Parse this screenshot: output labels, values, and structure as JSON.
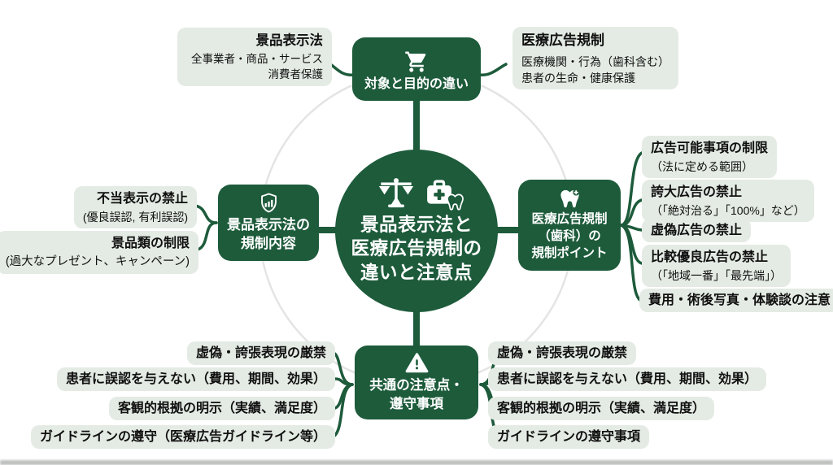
{
  "colors": {
    "primary_green": "#1d5b3b",
    "label_bg": "#e4ebe4",
    "ring_gray": "#e3e5e3",
    "text": "#111111",
    "background": "#ffffff"
  },
  "center": {
    "icons": [
      "balance-scale-icon",
      "first-aid-kit-icon",
      "tooth-icon"
    ],
    "title_lines": [
      "景品表示法と",
      "医療広告規制の",
      "違いと注意点"
    ]
  },
  "nodes": {
    "top": {
      "icon": "shopping-cart-icon",
      "lines": [
        "対象と目的の違い"
      ]
    },
    "left": {
      "icon": "shield-chart-icon",
      "lines": [
        "景品表示法の",
        "規制内容"
      ]
    },
    "right": {
      "icon": "tooth-plus-icon",
      "lines": [
        "医療広告規制",
        "（歯科）の",
        "規制ポイント"
      ]
    },
    "bottom": {
      "icon": "warning-triangle-icon",
      "lines": [
        "共通の注意点・",
        "遵守事項"
      ]
    }
  },
  "labels": {
    "top_left": {
      "title": "景品表示法",
      "line1": "全事業者・商品・サービス",
      "line2": "消費者保護"
    },
    "top_right": {
      "title": "医療広告規制",
      "line1": "医療機関・行為（歯科含む）",
      "line2": "患者の生命・健康保護"
    },
    "left": [
      {
        "title": "不当表示の禁止",
        "sub": "(優良誤認, 有利誤認)"
      },
      {
        "title": "景品類の制限",
        "sub": "(過大なプレゼント、キャンペーン)"
      }
    ],
    "right": [
      {
        "title": "広告可能事項の制限",
        "sub": "（法に定める範囲）"
      },
      {
        "title": "誇大広告の禁止",
        "sub": "（「絶対治る」「100%」など）"
      },
      {
        "title": "虚偽広告の禁止",
        "sub": ""
      },
      {
        "title": "比較優良広告の禁止",
        "sub": "（「地域一番」「最先端」）"
      },
      {
        "title": "費用・術後写真・体験談の注意",
        "sub": ""
      }
    ],
    "bottom_left": [
      "虚偽・誇張表現の厳禁",
      "患者に誤認を与えない（費用、期間、効果）",
      "客観的根拠の明示（実績、満足度）",
      "ガイドラインの遵守（医療広告ガイドライン等）"
    ],
    "bottom_right": [
      "虚偽・誇張表現の厳禁",
      "患者に誤認を与えない（費用、期間、効果）",
      "客観的根拠の明示（実績、満足度）",
      "ガイドラインの遵守事項"
    ]
  }
}
